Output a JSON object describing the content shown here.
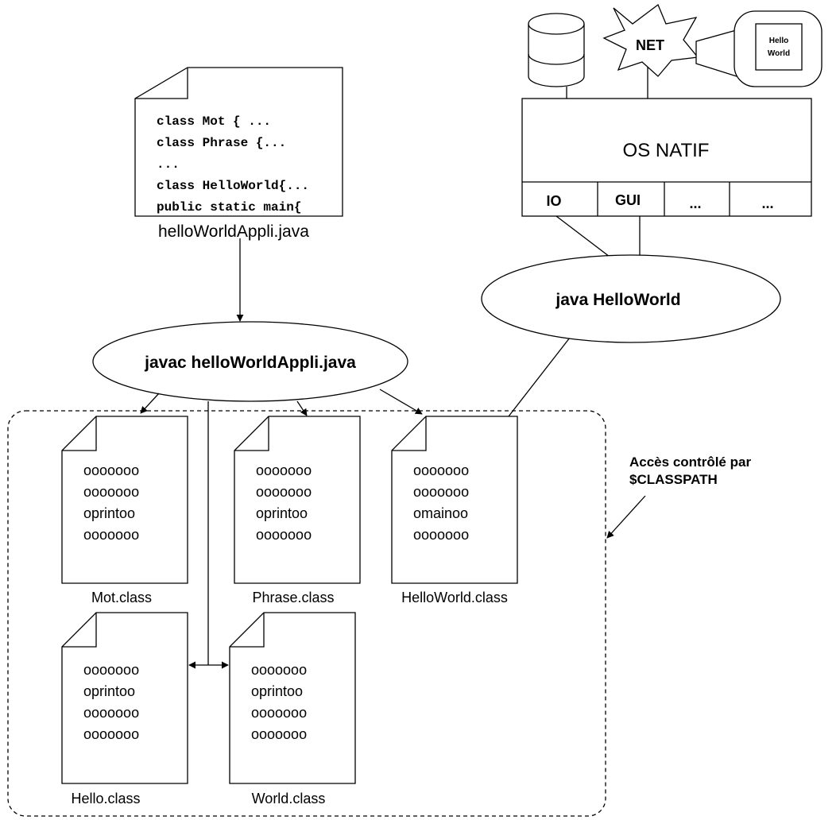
{
  "source_file": {
    "lines": [
      "class Mot { ...",
      "class Phrase {...",
      "...",
      "class HelloWorld{...",
      "public static main{"
    ],
    "filename": "helloWorldAppli.java"
  },
  "compiler": {
    "label": "javac helloWorldAppli.java"
  },
  "runtime": {
    "label": "java HelloWorld"
  },
  "os": {
    "title": "OS NATIF",
    "cells": [
      "IO",
      "GUI",
      "...",
      "..."
    ]
  },
  "devices": {
    "network_label": "NET",
    "screen_line1": "Hello",
    "screen_line2": "World"
  },
  "classpath_note": {
    "line1": "Accès contrôlé par",
    "line2": "$CLASSPATH"
  },
  "class_files": [
    {
      "name": "Mot.class",
      "lines": [
        "ooooooo",
        "ooooooo",
        "oprintoo",
        "ooooooo"
      ]
    },
    {
      "name": "Phrase.class",
      "lines": [
        "ooooooo",
        "ooooooo",
        "oprintoo",
        "ooooooo"
      ]
    },
    {
      "name": "HelloWorld.class",
      "lines": [
        "ooooooo",
        "ooooooo",
        "omainoo",
        "ooooooo"
      ]
    },
    {
      "name": "Hello.class",
      "lines": [
        "ooooooo",
        "oprintoo",
        "ooooooo",
        "ooooooo"
      ]
    },
    {
      "name": "World.class",
      "lines": [
        "ooooooo",
        "oprintoo",
        "ooooooo",
        "ooooooo"
      ]
    }
  ]
}
